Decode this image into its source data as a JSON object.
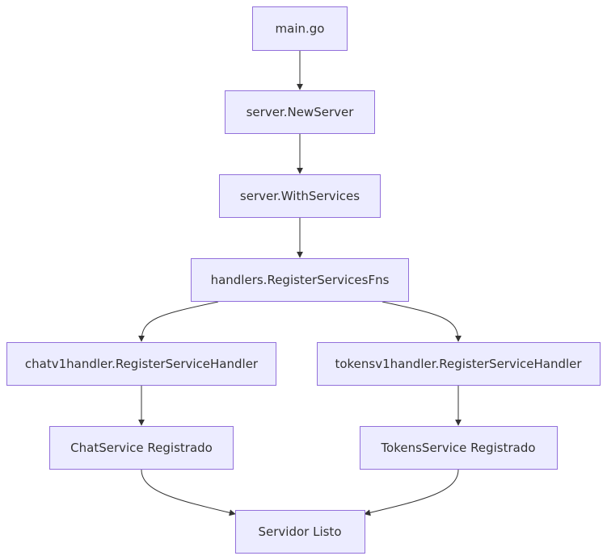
{
  "nodes": {
    "main": "main.go",
    "new_server": "server.NewServer",
    "with_services": "server.WithServices",
    "register_fns": "handlers.RegisterServicesFns",
    "chat_handler": "chatv1handler.RegisterServiceHandler",
    "tokens_handler": "tokensv1handler.RegisterServiceHandler",
    "chat_registered": "ChatService Registrado",
    "tokens_registered": "TokensService Registrado",
    "ready": "Servidor Listo"
  },
  "edges": [
    {
      "from": "main",
      "to": "new_server"
    },
    {
      "from": "new_server",
      "to": "with_services"
    },
    {
      "from": "with_services",
      "to": "register_fns"
    },
    {
      "from": "register_fns",
      "to": "chat_handler"
    },
    {
      "from": "register_fns",
      "to": "tokens_handler"
    },
    {
      "from": "chat_handler",
      "to": "chat_registered"
    },
    {
      "from": "tokens_handler",
      "to": "tokens_registered"
    },
    {
      "from": "chat_registered",
      "to": "ready"
    },
    {
      "from": "tokens_registered",
      "to": "ready"
    }
  ],
  "colors": {
    "node_fill": "#ECECFF",
    "node_stroke": "#9370DB",
    "edge": "#333333",
    "text": "#333333"
  }
}
